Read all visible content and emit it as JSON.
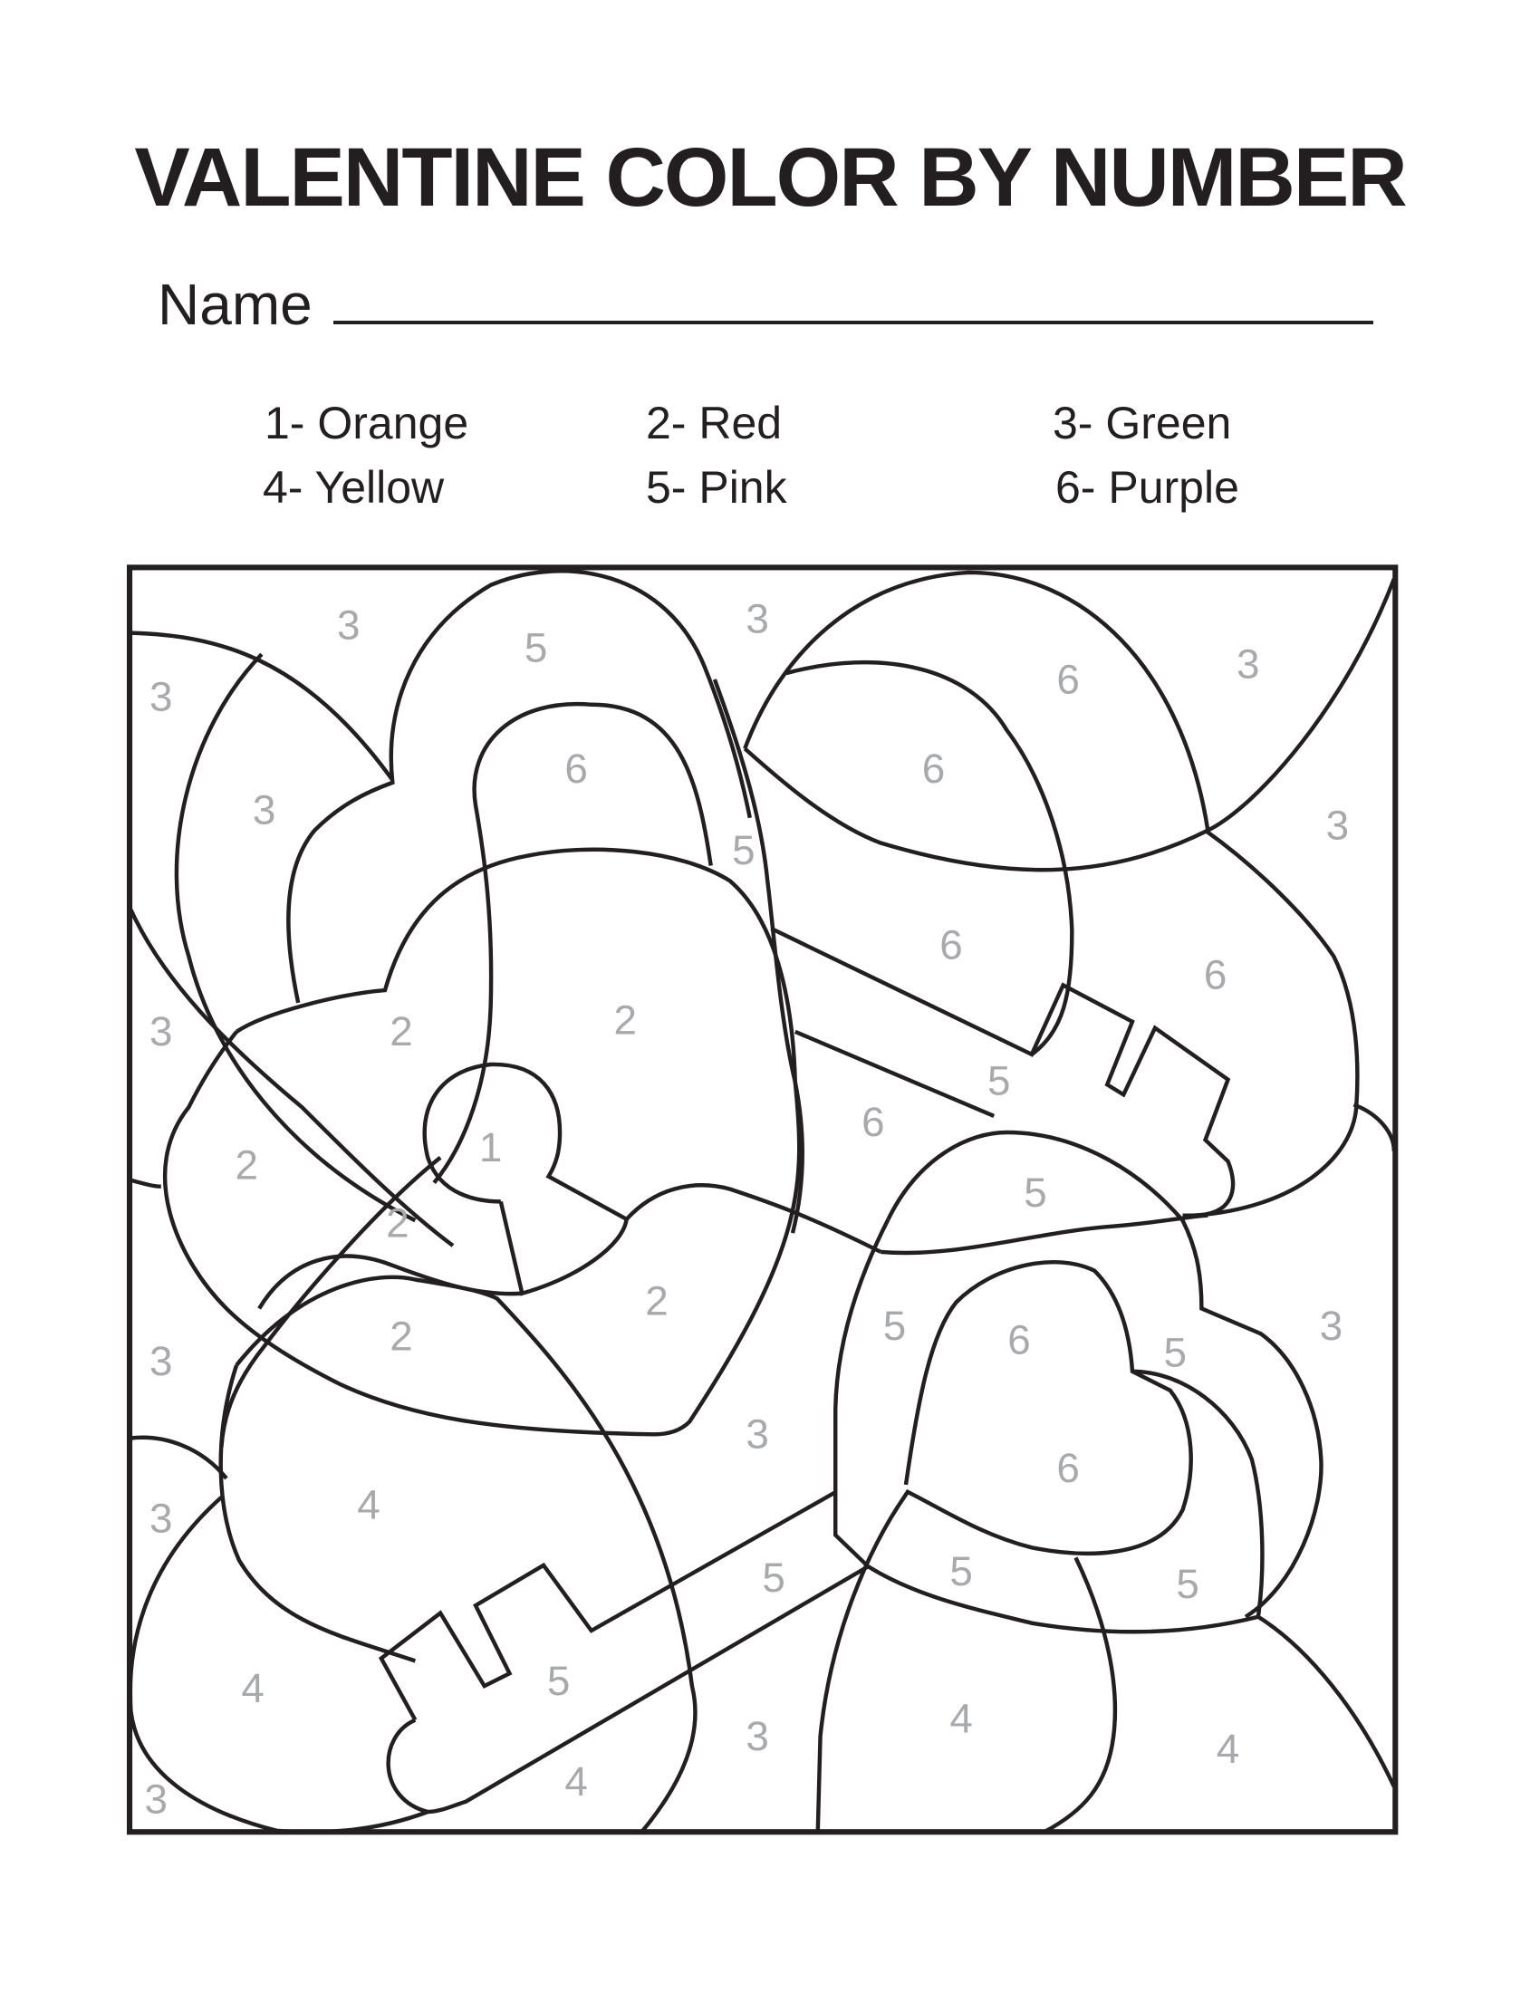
{
  "worksheet": {
    "title": "VALENTINE COLOR BY NUMBER",
    "name_label": "Name"
  },
  "legend": [
    {
      "number": "1",
      "color": "Orange",
      "label": "1- Orange",
      "hex": "#f7941d"
    },
    {
      "number": "2",
      "color": "Red",
      "label": "2- Red",
      "hex": "#ed1c24"
    },
    {
      "number": "3",
      "color": "Green",
      "label": "3- Green",
      "hex": "#39b54a"
    },
    {
      "number": "4",
      "color": "Yellow",
      "label": "4- Yellow",
      "hex": "#fff200"
    },
    {
      "number": "5",
      "color": "Pink",
      "label": "5- Pink",
      "hex": "#f49ac1"
    },
    {
      "number": "6",
      "color": "Purple",
      "label": "6- Purple",
      "hex": "#92278f"
    }
  ],
  "regions": [
    "3",
    "5",
    "3",
    "6",
    "3",
    "3",
    "3",
    "6",
    "6",
    "3",
    "5",
    "6",
    "6",
    "3",
    "2",
    "2",
    "3",
    "5",
    "2",
    "1",
    "6",
    "2",
    "5",
    "2",
    "2",
    "3",
    "5",
    "6",
    "3",
    "5",
    "3",
    "6",
    "3",
    "4",
    "5",
    "5",
    "5",
    "4",
    "5",
    "3",
    "4",
    "3",
    "4",
    "4",
    "3"
  ],
  "colors": {
    "line": "#231f20",
    "region_number": "#a7a9ac",
    "background": "#ffffff"
  }
}
